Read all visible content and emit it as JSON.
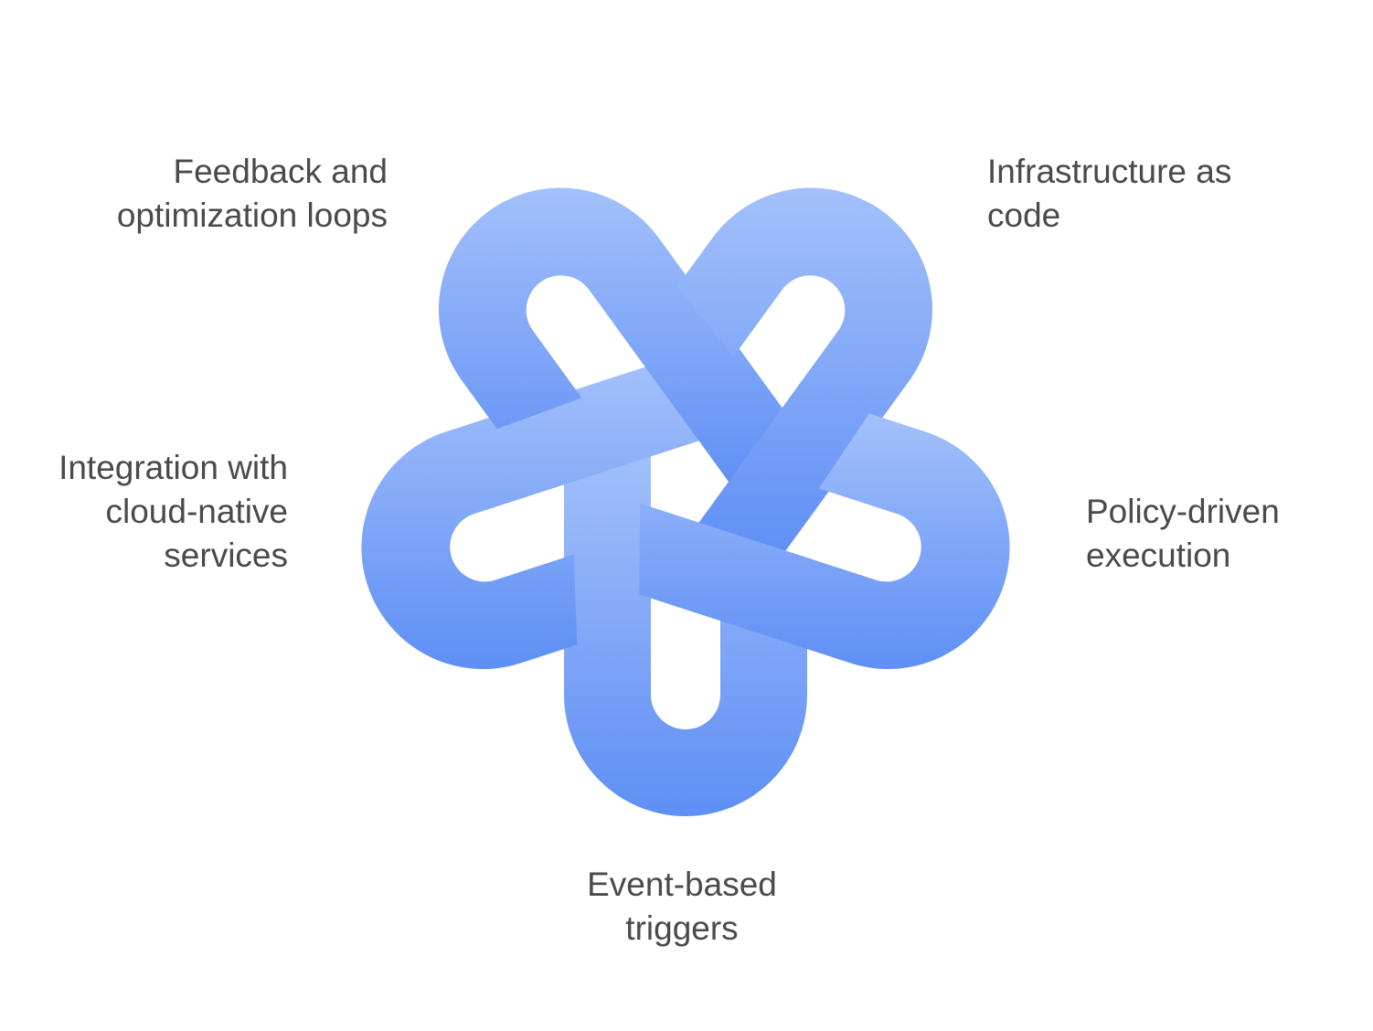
{
  "diagram": {
    "type": "interlocking-knot",
    "colors": {
      "gradient_light": "#A3C0FA",
      "gradient_dark": "#5F8FF5",
      "label_text": "#4a4a4a",
      "background": "#ffffff"
    },
    "labels": [
      {
        "id": "feedback",
        "lines": [
          "Feedback and",
          "optimization loops"
        ]
      },
      {
        "id": "iac",
        "lines": [
          "Infrastructure as",
          "code"
        ]
      },
      {
        "id": "policy",
        "lines": [
          "Policy-driven",
          "execution"
        ]
      },
      {
        "id": "event",
        "lines": [
          "Event-based",
          "triggers"
        ]
      },
      {
        "id": "integration",
        "lines": [
          "Integration with",
          "cloud-native",
          "services"
        ]
      }
    ]
  }
}
